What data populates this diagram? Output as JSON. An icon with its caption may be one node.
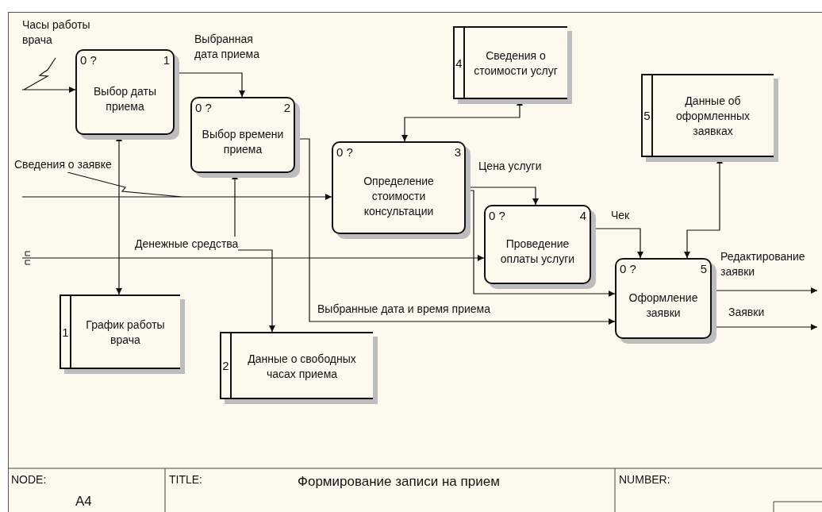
{
  "diagram": {
    "title": "Формирование записи на прием",
    "nodes": [
      {
        "text": [
          "0 ?",
          "1",
          "Выбор даты приема"
        ]
      },
      {
        "text": [
          "0 ?",
          "2",
          "Выбор времени приема"
        ]
      },
      {
        "text": [
          "0 ?",
          "3",
          "Определение стоимости консультации"
        ]
      },
      {
        "text": [
          "0 ?",
          "4",
          "Проведение оплаты услуги"
        ]
      },
      {
        "text": [
          "0 ?",
          "5",
          "Оформление заявки"
        ]
      },
      {
        "text": [
          "1",
          "График работы врача"
        ]
      },
      {
        "text": [
          "2",
          "Данные о свободных часах приема"
        ]
      },
      {
        "text": [
          "4",
          "Сведения о стоимости услуг"
        ]
      },
      {
        "text": [
          "5",
          "Данные об оформленных заявках"
        ]
      }
    ],
    "edges": [
      {
        "from": null,
        "to": 0,
        "arrow": "to",
        "label": "Часы работы врача"
      },
      {
        "from": 0,
        "to": 1,
        "arrow": "to",
        "label": "Выбранная дата приема"
      },
      {
        "from": 0,
        "to": 5,
        "arrow": "both"
      },
      {
        "from": 1,
        "to": 6,
        "arrow": "both"
      },
      {
        "from": null,
        "to": 2,
        "arrow": "to",
        "label": "Сведения о заявке"
      },
      {
        "from": 7,
        "to": 2,
        "arrow": "both"
      },
      {
        "from": 2,
        "to": 3,
        "arrow": "to",
        "label": "Цена услуги"
      },
      {
        "from": null,
        "to": 3,
        "arrow": "to",
        "label": "Денежные средства"
      },
      {
        "from": 3,
        "to": 4,
        "arrow": "to",
        "label": "Чек"
      },
      {
        "from": 2,
        "to": 4,
        "arrow": "to"
      },
      {
        "from": 1,
        "to": 4,
        "arrow": "to",
        "label": "Выбранные дата и время приема"
      },
      {
        "from": 4,
        "to": 8,
        "arrow": "both"
      },
      {
        "from": 4,
        "to": null,
        "arrow": "to",
        "label": "Редактирование заявки"
      },
      {
        "from": 4,
        "to": null,
        "arrow": "to",
        "label": "Заявки"
      }
    ],
    "labels": [
      "NODE:",
      "A4",
      "TITLE:",
      "NUMBER:"
    ]
  }
}
